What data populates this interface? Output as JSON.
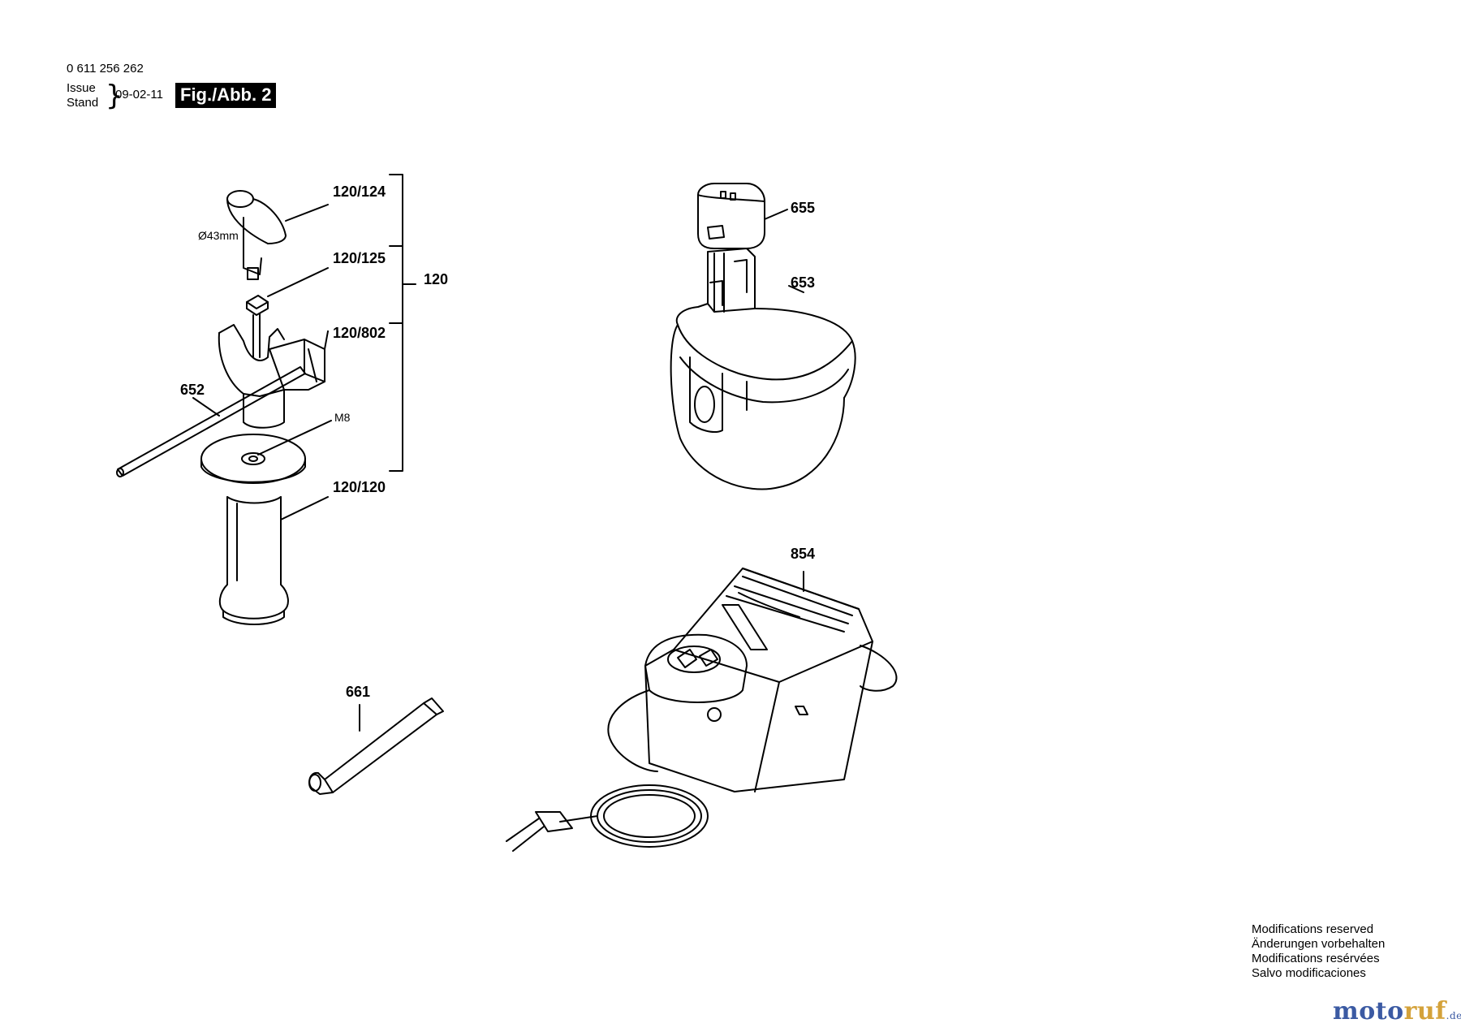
{
  "header": {
    "doc_number": "0 611 256 262",
    "issue_label": "Issue",
    "stand_label": "Stand",
    "issue_date": "09-02-11",
    "figure_label": "Fig./Abb. 2"
  },
  "callouts": {
    "c120_124": "120/124",
    "c120_125": "120/125",
    "c120": "120",
    "c120_802": "120/802",
    "c652": "652",
    "m8": "M8",
    "c120_120": "120/120",
    "dia43": "Ø43mm",
    "c655": "655",
    "c653": "653",
    "c854": "854",
    "c661": "661"
  },
  "notes": [
    "Modifications reserved",
    "Änderungen vorbehalten",
    "Modifications resérvées",
    "Salvo modificaciones"
  ],
  "watermark": {
    "part1": "moto",
    "part2": "ruf",
    "suffix": ".de"
  },
  "colors": {
    "line": "#000000",
    "watermark_blue": "#3b5aa3",
    "watermark_gold": "#d4a23a"
  }
}
